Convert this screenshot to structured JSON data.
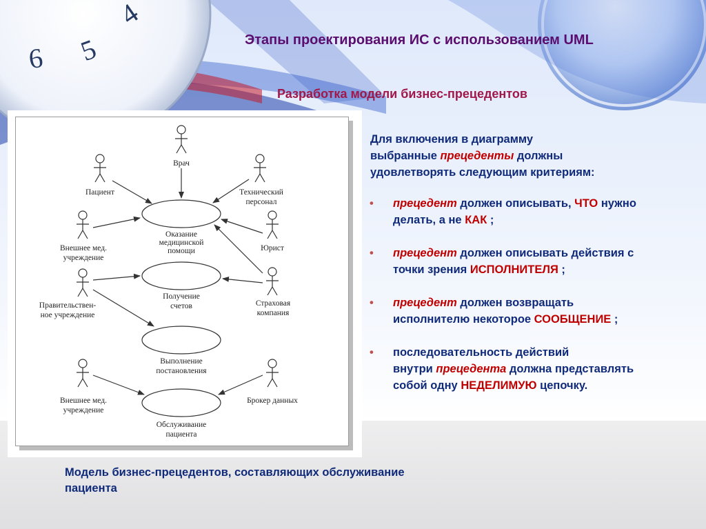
{
  "slide": {
    "title": "Этапы проектирования ИС с  использованием UML",
    "subtitle": "Разработка модели бизнес-прецедентов",
    "intro": {
      "line1": "Для включения в диаграмму",
      "line2_a": "выбранные ",
      "line2_b": "прецеденты",
      "line2_c": " должны",
      "line3": "удовлетворять следующим критериям:"
    },
    "bullets": [
      {
        "a": "прецедент",
        "b": " должен описывать, ",
        "c": "ЧТО",
        "d": " нужно",
        "e": "делать, а не ",
        "f": "КАК",
        "g": " ;"
      },
      {
        "a": "прецедент",
        "b": " должен описывать действия с",
        "c": "точки зрения ",
        "d": "ИСПОЛНИТЕЛЯ",
        "e": " ;"
      },
      {
        "a": "прецедент",
        "b": " должен возвращать",
        "c": "исполнителю некоторое ",
        "d": "СООБЩЕНИЕ",
        "e": " ;"
      },
      {
        "a": "последовательность действий",
        "b": "внутри ",
        "c": "прецедента",
        "d": " должна представлять",
        "e": "собой одну ",
        "f": "НЕДЕЛИМУЮ",
        "g": " цепочку."
      }
    ],
    "caption_line1": "Модель бизнес-прецедентов, составляющих обслуживание",
    "caption_line2": "пациента"
  },
  "diagram": {
    "actors": {
      "doctor": "Врач",
      "patient": "Пациент",
      "tech_1": "Технический",
      "tech_2": "персонал",
      "ext1_1": "Внешнее мед.",
      "ext1_2": "учреждение",
      "lawyer": "Юрист",
      "gov_1": "Правительствен-",
      "gov_2": "ное учреждение",
      "insurance_1": "Страховая",
      "insurance_2": "компания",
      "ext2_1": "Внешнее мед.",
      "ext2_2": "учреждение",
      "broker": "Брокер данных"
    },
    "usecases": {
      "uc1_1": "Оказание",
      "uc1_2": "медицинской",
      "uc1_3": "помощи",
      "uc2_1": "Получение",
      "uc2_2": "счетов",
      "uc3_1": "Выполнение",
      "uc3_2": "постановления",
      "uc4_1": "Обслуживание",
      "uc4_2": "пациента"
    }
  },
  "colors": {
    "title": "#5a0d6e",
    "subtitle": "#a0184a",
    "body_text": "#102a7a",
    "emphasis": "#c00000"
  }
}
